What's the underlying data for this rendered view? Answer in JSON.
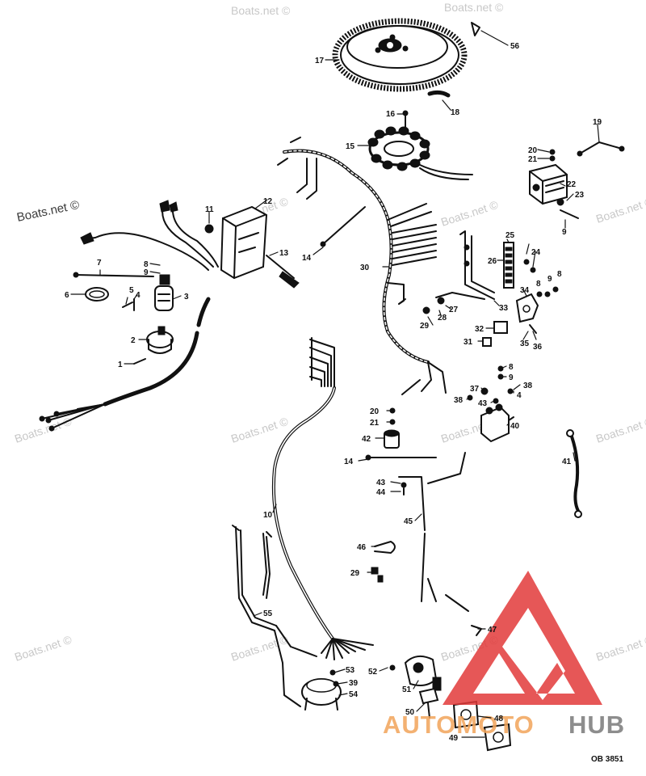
{
  "watermarks": [
    "Boats.net ©",
    "Boats.net ©",
    "Boats.net ©",
    "Boats.net ©",
    "Boats.net ©",
    "Boats.net ©",
    "Boats.net ©",
    "Boats.net ©",
    "Boats.net ©",
    "Boats.net ©",
    "Boats.net ©",
    "Boats.net ©",
    "Boats.net ©"
  ],
  "corner_watermark": "Boats.net ©",
  "logo": {
    "part1": "AUTOMOTO",
    "part2": "HUB",
    "color1": "#f2a45a",
    "color2": "#7a7a7a",
    "triangle_color": "#e23a3a"
  },
  "diagram_code": "OB 3851",
  "callouts": [
    "1",
    "2",
    "3",
    "4",
    "5",
    "6",
    "7",
    "8",
    "9",
    "10",
    "11",
    "12",
    "13",
    "14",
    "15",
    "16",
    "17",
    "18",
    "19",
    "20",
    "21",
    "22",
    "23",
    "9",
    "24",
    "25",
    "26",
    "8",
    "9",
    "8",
    "27",
    "28",
    "29",
    "30",
    "31",
    "32",
    "33",
    "34",
    "35",
    "36",
    "8",
    "9",
    "37",
    "38",
    "38",
    "43",
    "4",
    "40",
    "20",
    "21",
    "42",
    "14",
    "41",
    "43",
    "44",
    "45",
    "46",
    "29",
    "10",
    "55",
    "47",
    "52",
    "53",
    "39",
    "54",
    "51",
    "50",
    "48",
    "49",
    "56"
  ]
}
